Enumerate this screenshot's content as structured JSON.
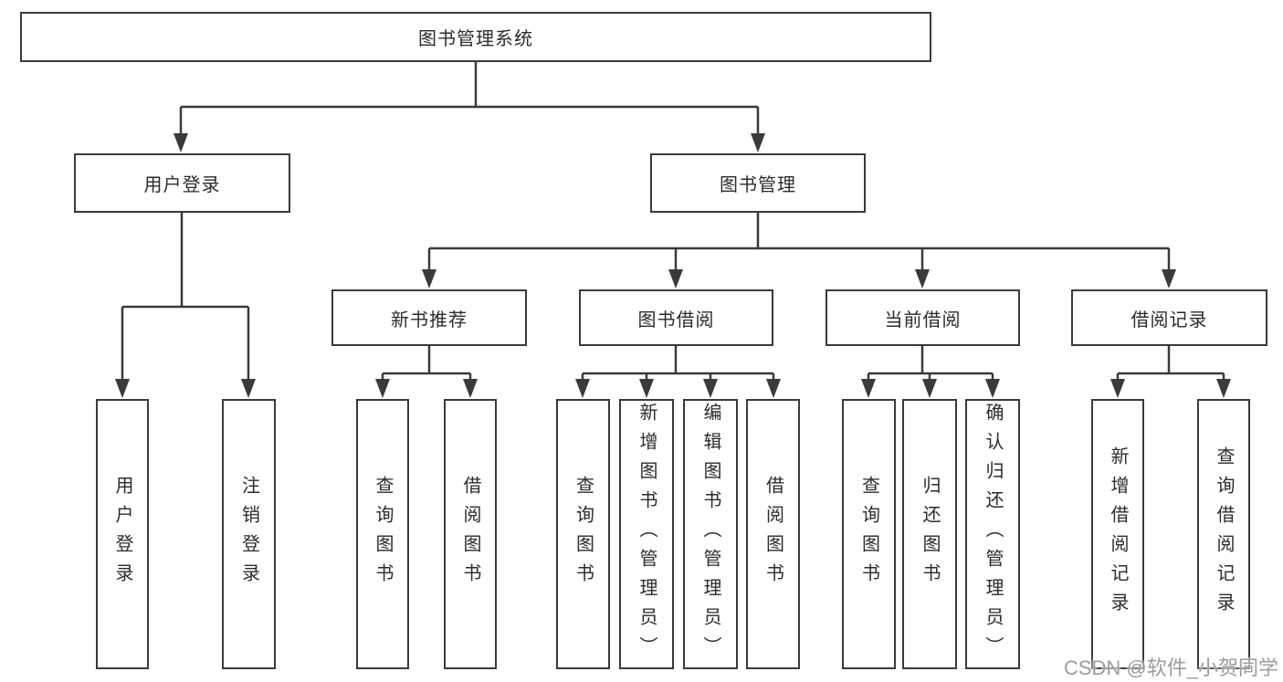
{
  "tree": {
    "root": "图书管理系统",
    "branches": [
      {
        "label": "用户登录",
        "children": [
          "用户登录",
          "注销登录"
        ]
      },
      {
        "label": "图书管理",
        "groups": [
          {
            "label": "新书推荐",
            "children": [
              "查询图书",
              "借阅图书"
            ]
          },
          {
            "label": "图书借阅",
            "children": [
              "查询图书",
              "新增图书（管理员）",
              "编辑图书（管理员）",
              "借阅图书"
            ]
          },
          {
            "label": "当前借阅",
            "children": [
              "查询图书",
              "归还图书",
              "确认归还（管理员）"
            ]
          },
          {
            "label": "借阅记录",
            "children": [
              "新增借阅记录",
              "查询借阅记录"
            ]
          }
        ]
      }
    ]
  },
  "watermark": "CSDN @软件_小贺同学",
  "colors": {
    "line": "#3a3a3a",
    "text": "#2b2b2b",
    "watermark": "#9c9c9c",
    "background": "#ffffff"
  }
}
